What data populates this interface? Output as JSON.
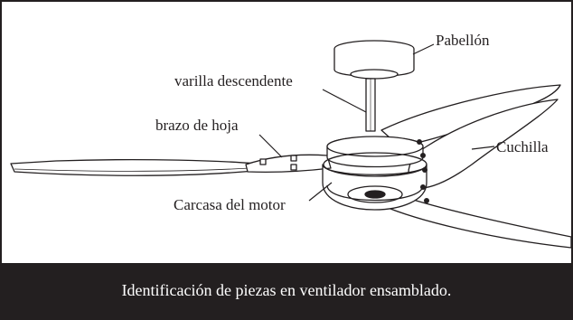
{
  "diagram": {
    "labels": {
      "canopy": "Pabellón",
      "downrod": "varilla descendente",
      "blade_arm": "brazo de hoja",
      "blade": "Cuchilla",
      "motor_housing": "Carcasa del motor"
    },
    "line_color": "#231f20"
  },
  "caption": {
    "text": "Identificación de piezas en ventilador ensamblado.",
    "background": "#231f20",
    "color": "#ffffff"
  }
}
